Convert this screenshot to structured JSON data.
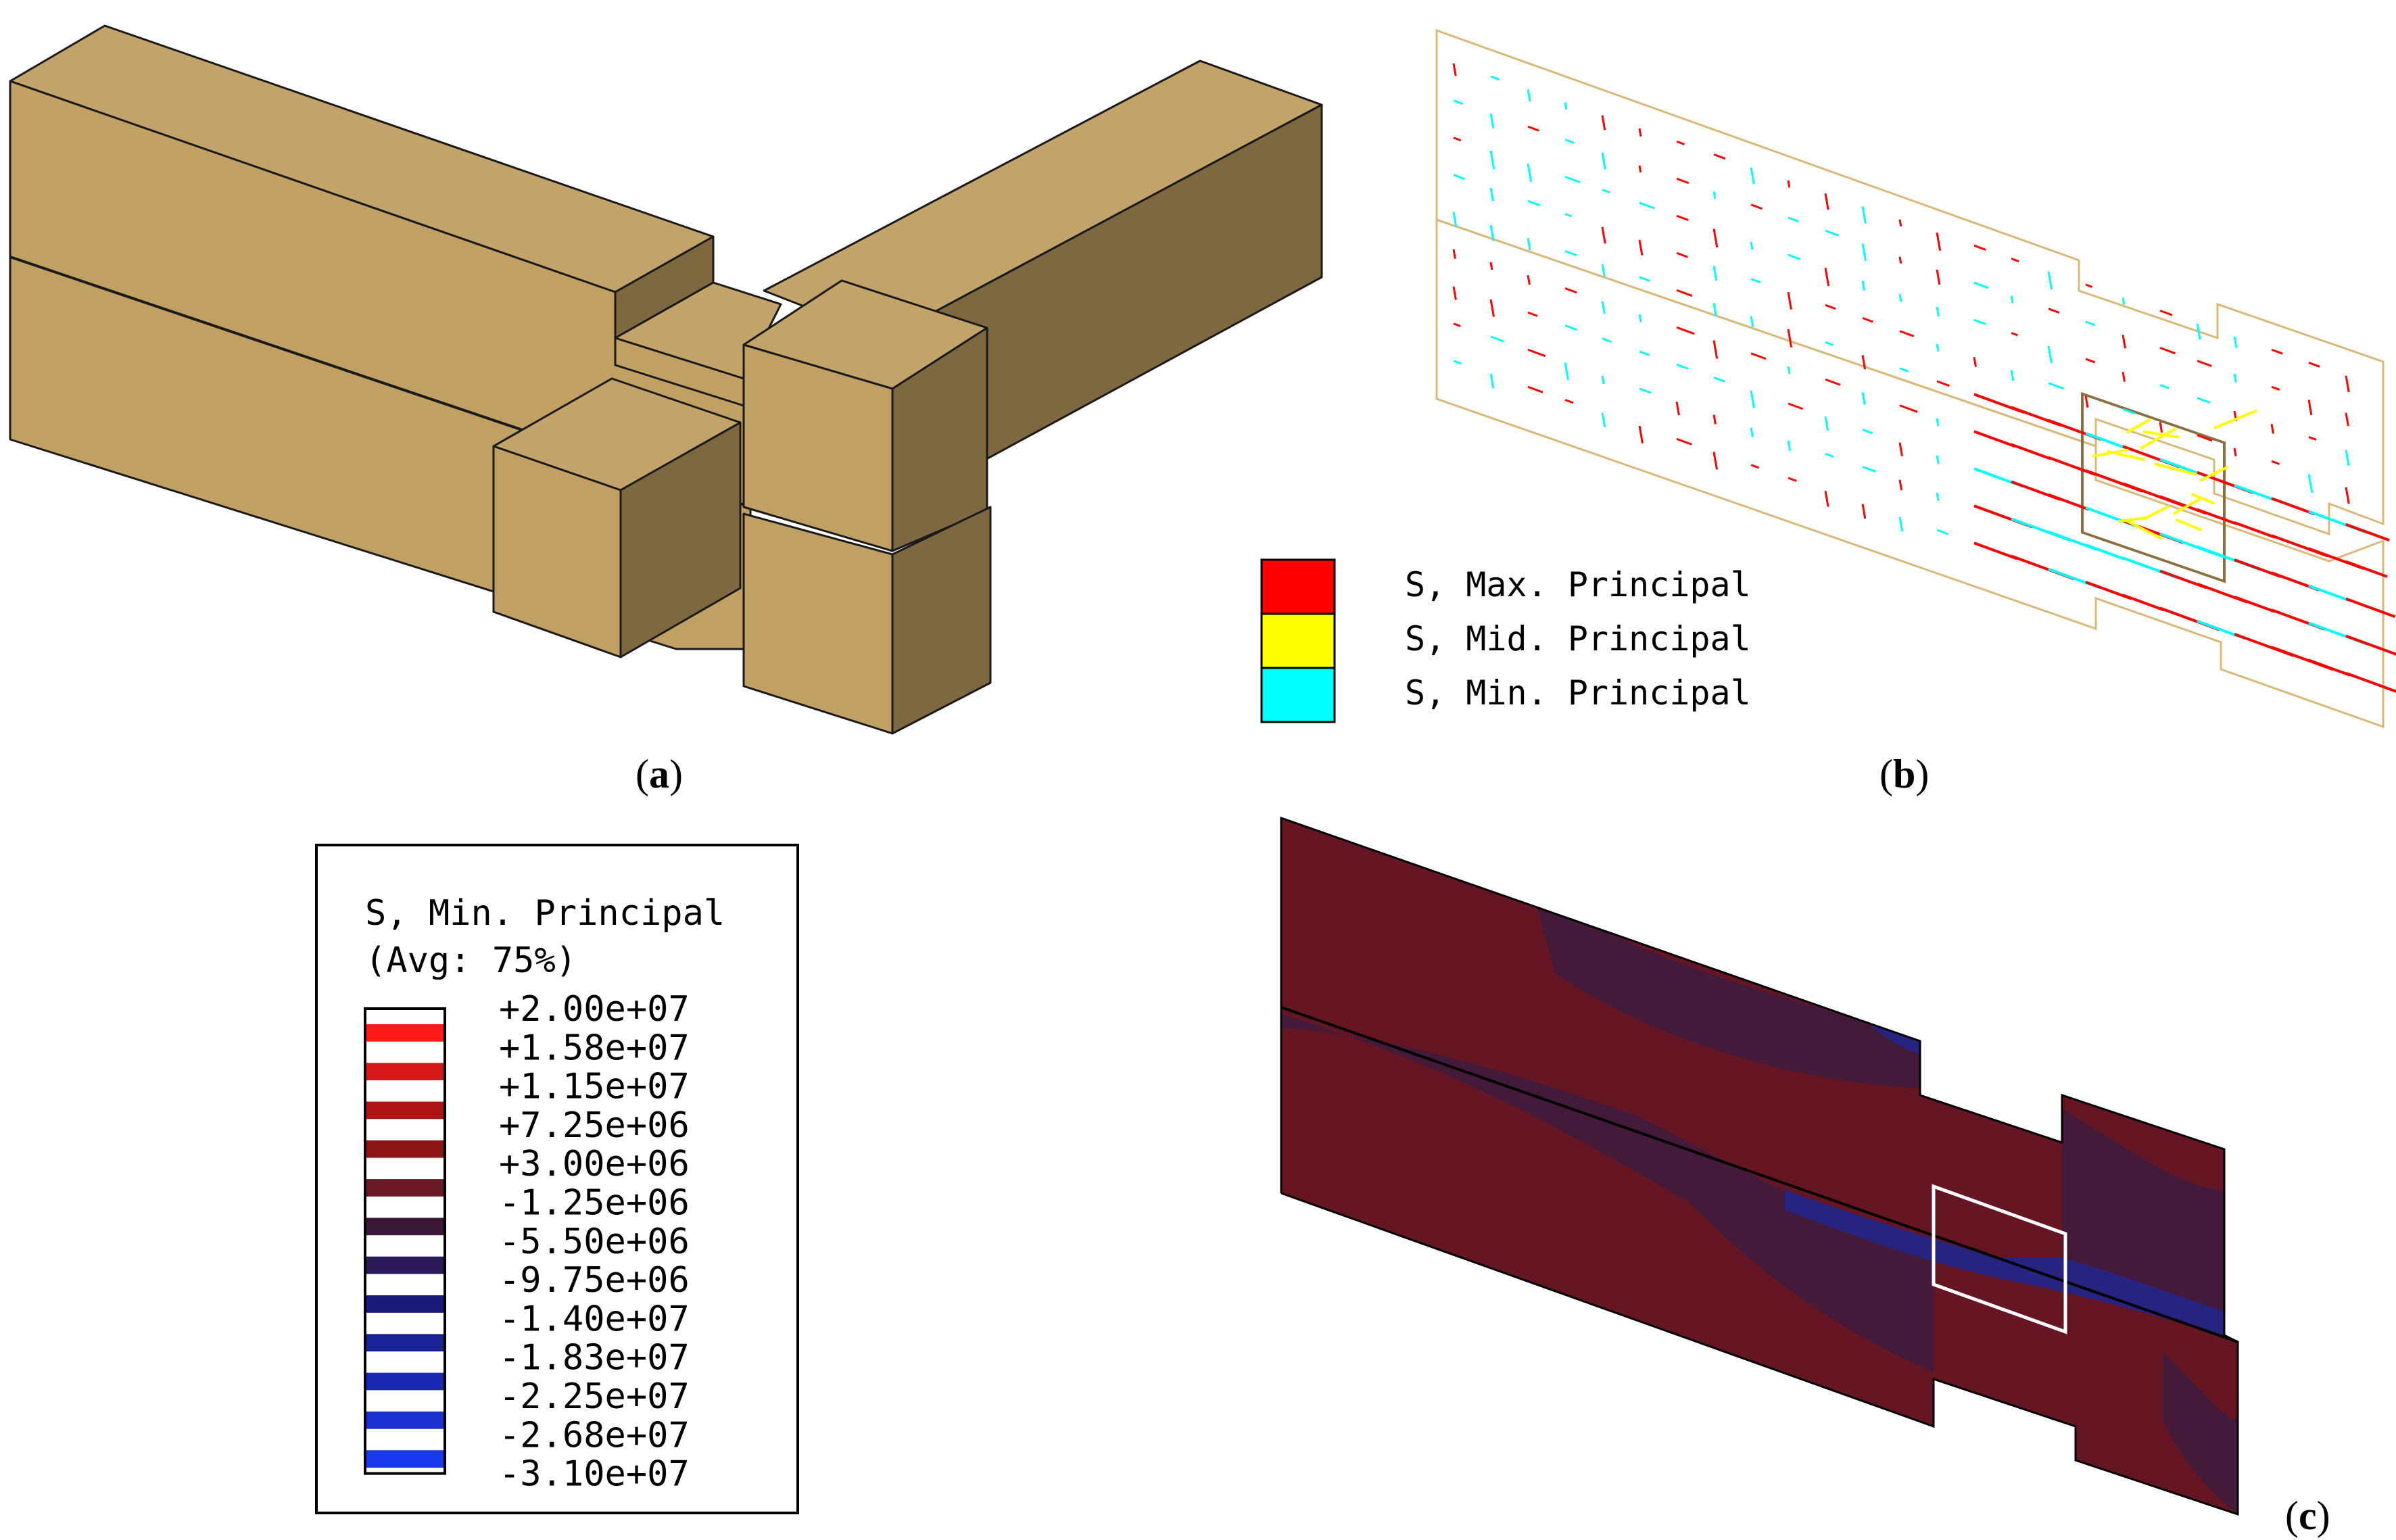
{
  "captions": {
    "a": "a",
    "b": "b",
    "c": "c"
  },
  "panel_b_legend": [
    {
      "label": "S, Max. Principal",
      "color": "#ff0000"
    },
    {
      "label": "S, Mid. Principal",
      "color": "#ffff00"
    },
    {
      "label": "S, Min. Principal",
      "color": "#00ffff"
    }
  ],
  "panel_c_legend": {
    "title": "S, Min. Principal",
    "subtitle": "(Avg: 75%)",
    "values": [
      "+2.00e+07",
      "+1.58e+07",
      "+1.15e+07",
      "+7.25e+06",
      "+3.00e+06",
      "-1.25e+06",
      "-5.50e+06",
      "-9.75e+06",
      "-1.40e+07",
      "-1.83e+07",
      "-2.25e+07",
      "-2.68e+07",
      "-3.10e+07"
    ],
    "band_colors": [
      "#ff1a1a",
      "#d81818",
      "#b01414",
      "#8c1414",
      "#6a1a26",
      "#3a1838",
      "#2a1a5a",
      "#1a1a7a",
      "#1a2296",
      "#1a28b4",
      "#1a30d0",
      "#1a38ee"
    ]
  },
  "colors": {
    "wood_top": "#c2a46a",
    "wood_front": "#c0a163",
    "wood_side": "#7e6840",
    "stress_base": "#661622",
    "stress_purple": "#431a3a",
    "stress_blue": "#262480",
    "outline_b": "#d9b97a"
  }
}
